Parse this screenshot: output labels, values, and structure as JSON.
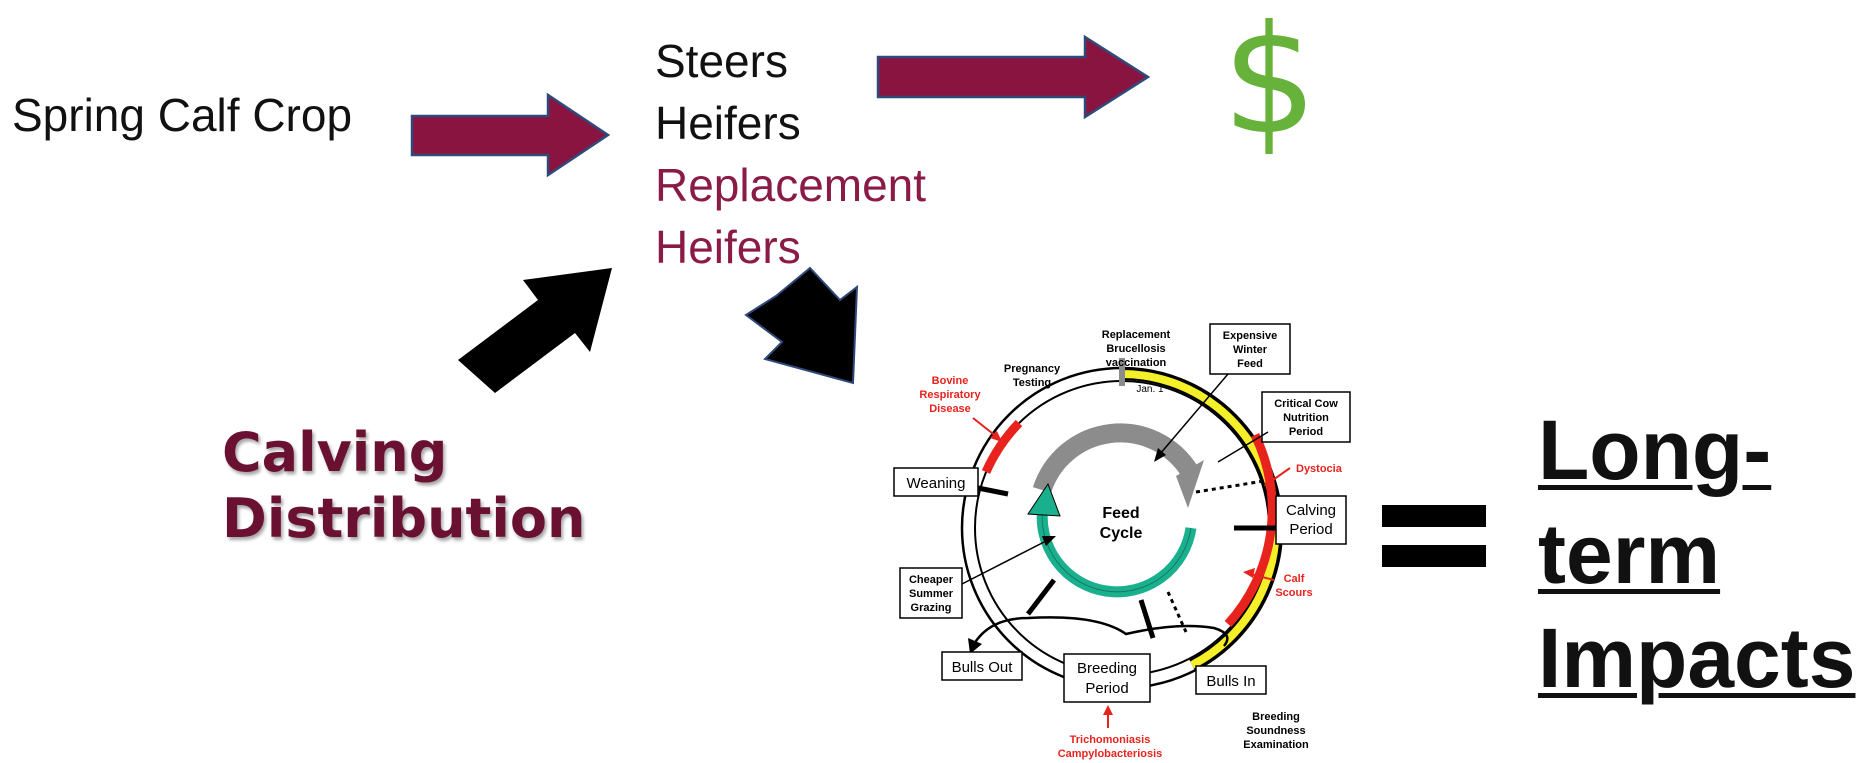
{
  "flow": {
    "spring_calf_crop": "Spring Calf Crop",
    "steers": "Steers",
    "heifers": "Heifers",
    "replacement_1": "Replacement",
    "replacement_2": "Heifers",
    "dollar": "$",
    "calving_1": "Calving",
    "calving_2": "Distribution",
    "impacts_1": "Long-",
    "impacts_2": "term",
    "impacts_3": "Impacts"
  },
  "cycle": {
    "center_1": "Feed",
    "center_2": "Cycle",
    "replacement_vacc": [
      "Replacement",
      "Brucellosis",
      "vaccination"
    ],
    "jan1": "Jan. 1",
    "pregnancy_testing": [
      "Pregnancy",
      "Testing"
    ],
    "bovine_resp": [
      "Bovine",
      "Respiratory",
      "Disease"
    ],
    "expensive_feed": [
      "Expensive",
      "Winter",
      "Feed"
    ],
    "critical_nutrition": [
      "Critical Cow",
      "Nutrition",
      "Period"
    ],
    "dystocia": "Dystocia",
    "calving_period": [
      "Calving",
      "Period"
    ],
    "calf_scours": [
      "Calf",
      "Scours"
    ],
    "weaning": "Weaning",
    "cheaper_grazing": [
      "Cheaper",
      "Summer",
      "Grazing"
    ],
    "bulls_out": "Bulls Out",
    "breeding_period": [
      "Breeding",
      "Period"
    ],
    "bulls_in": "Bulls In",
    "breeding_soundness": [
      "Breeding",
      "Soundness",
      "Examination"
    ],
    "trich": [
      "Trichomoniasis",
      "Campylobacteriosis"
    ]
  },
  "colors": {
    "arrow_maroon": "#8a1440",
    "arrow_border": "#2f4a7a",
    "dollar_green": "#66b23a",
    "calving_text": "#6a1030",
    "replacement_text": "#8a1a46",
    "disease_red": "#e8231e",
    "cycle_yellow": "#f5ef2a",
    "cycle_teal": "#1ab08e",
    "cycle_gray": "#8c8c8c"
  }
}
